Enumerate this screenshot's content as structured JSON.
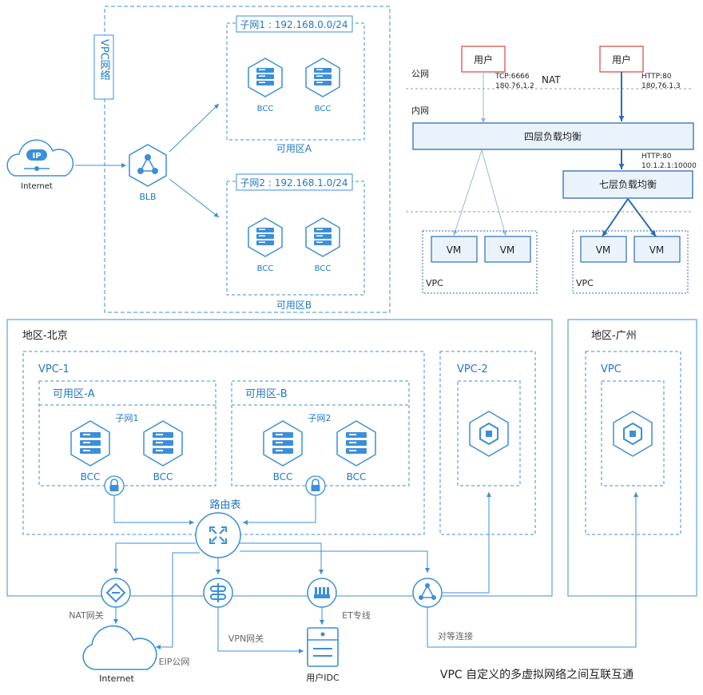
{
  "colors": {
    "accent": "#3b8fd9",
    "dark_text": "#222222",
    "gray_text": "#666666",
    "lb_stroke": "#2e6db4",
    "lb_fill": "#eaf3fc"
  },
  "top_left": {
    "vpc_label": "VPC网络",
    "subnet1": "子网1 : 192.168.0.0/24",
    "subnet2": "子网2 : 192.168.1.0/24",
    "zone_a": "可用区A",
    "zone_b": "可用区B",
    "bcc": "BCC",
    "blb": "BLB",
    "ip_badge": "IP",
    "internet": "Internet"
  },
  "top_right": {
    "user": "用户",
    "public_net": "公网",
    "internal_net": "内网",
    "nat": "NAT",
    "tcp_line1": "TCP:6666",
    "tcp_line2": "180.76.1.2",
    "http_line1": "HTTP:80",
    "http_line2": "180.76.1.3",
    "l4_lb": "四层负载均衡",
    "http2_line1": "HTTP:80",
    "http2_line2": "10.1.2.1:10000",
    "l7_lb": "七层负载均衡",
    "vm": "VM",
    "vpc": "VPC"
  },
  "bottom": {
    "region_beijing": "地区-北京",
    "region_guangzhou": "地区-广州",
    "vpc1": "VPC-1",
    "vpc2": "VPC-2",
    "vpc": "VPC",
    "zone_a": "可用区-A",
    "zone_b": "可用区-B",
    "subnet1": "子网1",
    "subnet2": "子网2",
    "bcc": "BCC",
    "route_table": "路由表",
    "nat_gateway": "NAT网关",
    "eip": "EIP公网",
    "vpn_gateway": "VPN网关",
    "et_line": "ET专线",
    "peering": "对等连接",
    "internet": "Internet",
    "user_idc": "用户IDC",
    "caption": "VPC 自定义的多虚拟网络之间互联互通"
  }
}
